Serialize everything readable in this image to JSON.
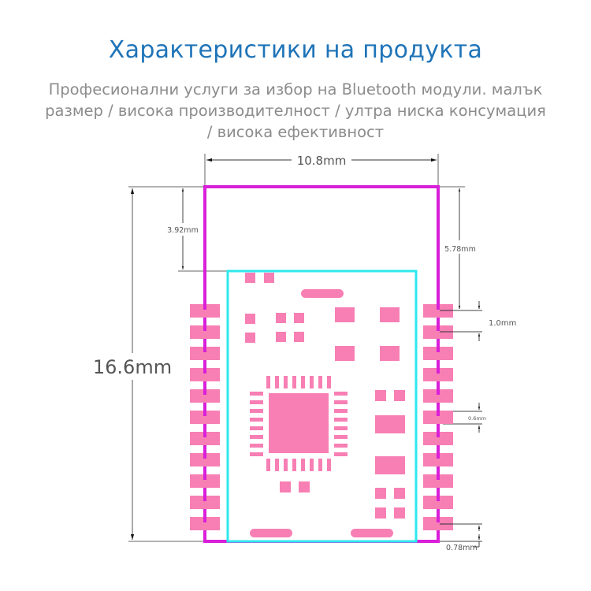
{
  "header": {
    "title": "Характеристики на продукта",
    "subtitle_lines": [
      "Професионални услуги за избор на Bluetooth модули. малък",
      "размер / висока производителност / ултра ниска консумация",
      "/ висока ефективност"
    ]
  },
  "diagram": {
    "dimensions": {
      "width": "10.8mm",
      "height": "16.6mm",
      "top_to_board_left": "3.92mm",
      "top_to_first_pin": "5.78mm",
      "pin_pitch": "1.0mm",
      "pin_gap": "0.6mm",
      "last_pin_to_bottom": "0.78mm"
    },
    "pins_per_side": 11,
    "qfn_pins_per_side": 8,
    "colors": {
      "outline": "#d91fd9",
      "board": "#2ee8ee",
      "pad": "#f77fb4",
      "dim_line": "#555555",
      "title": "#1f74b8",
      "subtitle": "#8c8c8c"
    }
  }
}
